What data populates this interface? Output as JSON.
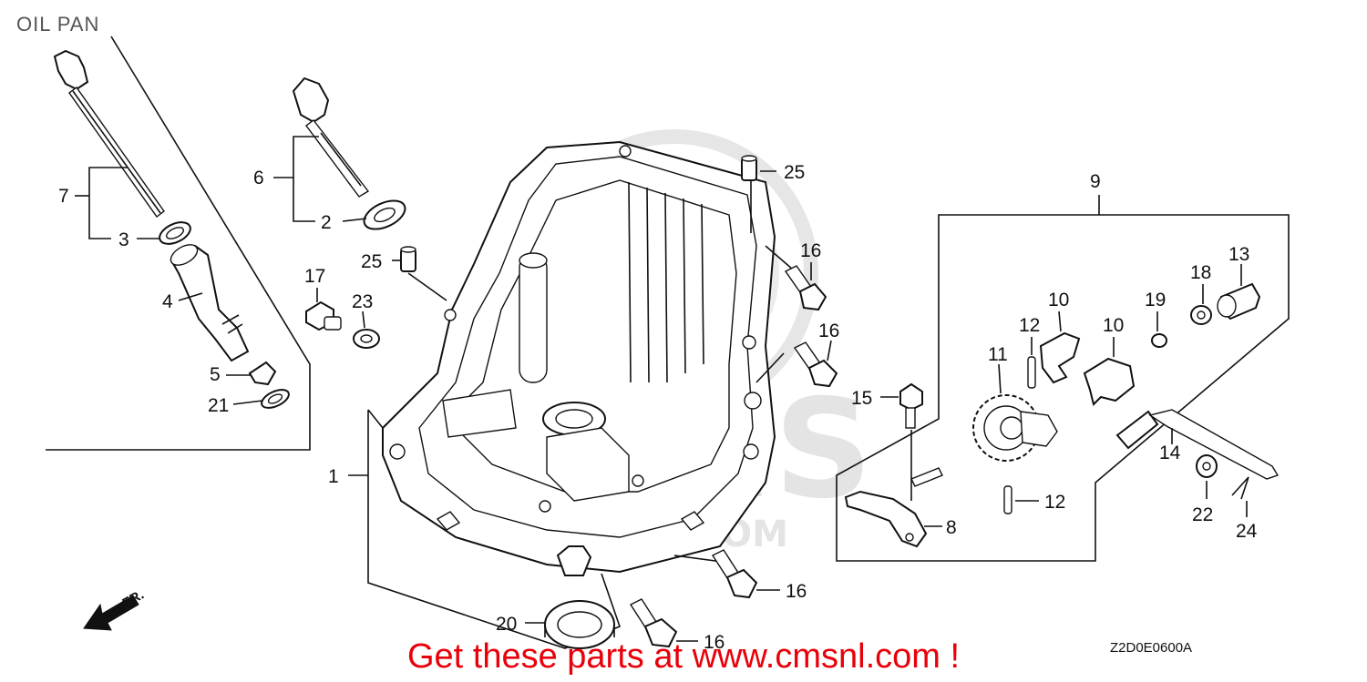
{
  "title": "OIL PAN",
  "diagram_code": "Z2D0E0600A",
  "promo_text": "Get these parts at www.cmsnl.com !",
  "watermark": {
    "text": "CMS",
    "url": ".cmsnl.COM"
  },
  "direction_marker": "FR.",
  "callouts": {
    "p1": "1",
    "p2": "2",
    "p3": "3",
    "p4": "4",
    "p5": "5",
    "p6": "6",
    "p7": "7",
    "p8": "8",
    "p9": "9",
    "p10a": "10",
    "p10b": "10",
    "p11": "11",
    "p12a": "12",
    "p12b": "12",
    "p13": "13",
    "p14": "14",
    "p15": "15",
    "p16a": "16",
    "p16b": "16",
    "p16c": "16",
    "p16d": "16",
    "p17": "17",
    "p18": "18",
    "p19": "19",
    "p20": "20",
    "p21": "21",
    "p22": "22",
    "p23": "23",
    "p24": "24",
    "p25a": "25",
    "p25b": "25"
  },
  "colors": {
    "promo": "#e8000a",
    "line": "#111111",
    "watermark": "#e2e2e2"
  }
}
